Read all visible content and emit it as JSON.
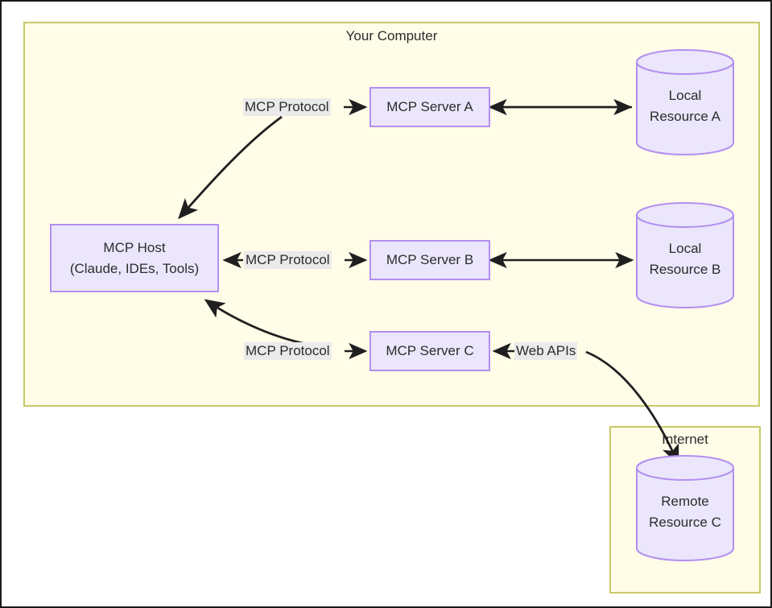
{
  "diagram": {
    "title_visible": false,
    "zones": [
      {
        "id": "your-computer",
        "label": "Your Computer"
      },
      {
        "id": "internet",
        "label": "Internet"
      }
    ],
    "nodes": {
      "host": {
        "line1": "MCP Host",
        "line2": "(Claude, IDEs, Tools)"
      },
      "server_a": {
        "label": "MCP Server A"
      },
      "server_b": {
        "label": "MCP Server B"
      },
      "server_c": {
        "label": "MCP Server C"
      },
      "resource_a": {
        "line1": "Local",
        "line2": "Resource A"
      },
      "resource_b": {
        "line1": "Local",
        "line2": "Resource B"
      },
      "resource_c": {
        "line1": "Remote",
        "line2": "Resource C"
      }
    },
    "edge_labels": {
      "protocol_a": "MCP Protocol",
      "protocol_b": "MCP Protocol",
      "protocol_c": "MCP Protocol",
      "web_apis": "Web APIs"
    },
    "colors": {
      "zone_fill": "#fffce8",
      "zone_stroke": "#c8c86a",
      "node_fill": "#ebe6fb",
      "node_stroke": "#b38ff0",
      "edge_label_bg": "#eaeaea",
      "text": "#2c2c2c",
      "arrow": "#1f1f1f",
      "page_border": "#1b1b1b"
    }
  }
}
